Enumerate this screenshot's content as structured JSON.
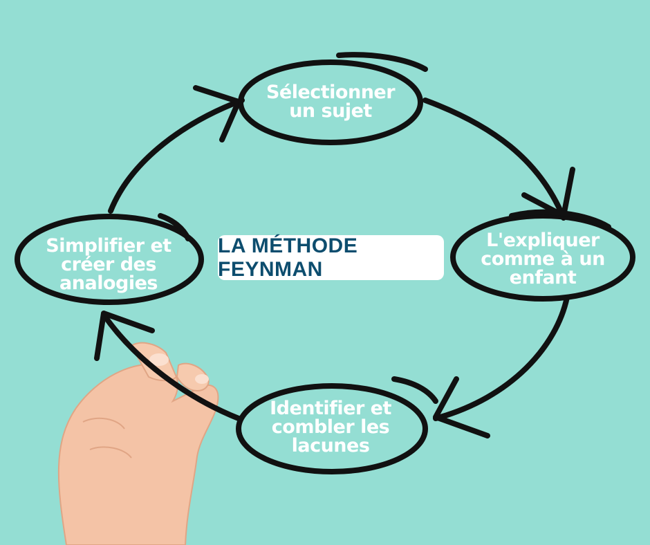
{
  "title": "LA MÉTHODE FEYNMAN",
  "nodes": [
    {
      "label": "Sélectionner\nun sujet"
    },
    {
      "label": "L'expliquer\ncomme à un\nenfant"
    },
    {
      "label": "Identifier et\ncombler les\nlacunes"
    },
    {
      "label": "Simplifier et\ncréer des\nanalogies"
    }
  ],
  "colors": {
    "background": "#94ded3",
    "stroke": "#111111",
    "node_text": "#ffffff",
    "title_text": "#0d4d6e",
    "title_box": "#ffffff"
  },
  "icons": [
    "hand-holding-marker-icon"
  ]
}
